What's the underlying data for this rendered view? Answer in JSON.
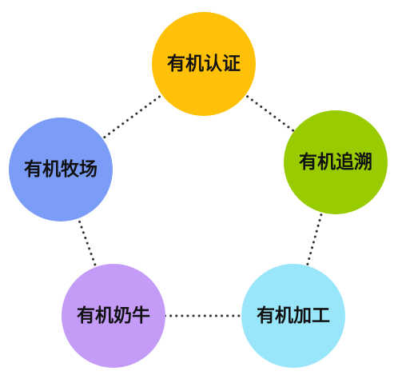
{
  "diagram": {
    "nodes": [
      {
        "id": "certification",
        "label": "有机认证",
        "color": "#FFC107"
      },
      {
        "id": "traceability",
        "label": "有机追溯",
        "color": "#99CC00"
      },
      {
        "id": "processing",
        "label": "有机加工",
        "color": "#99E6FA"
      },
      {
        "id": "milk",
        "label": "有机奶牛",
        "color": "#C49CF7"
      },
      {
        "id": "ranch",
        "label": "有机牧场",
        "color": "#7B9CF7"
      }
    ],
    "ring_color": "#333333"
  }
}
